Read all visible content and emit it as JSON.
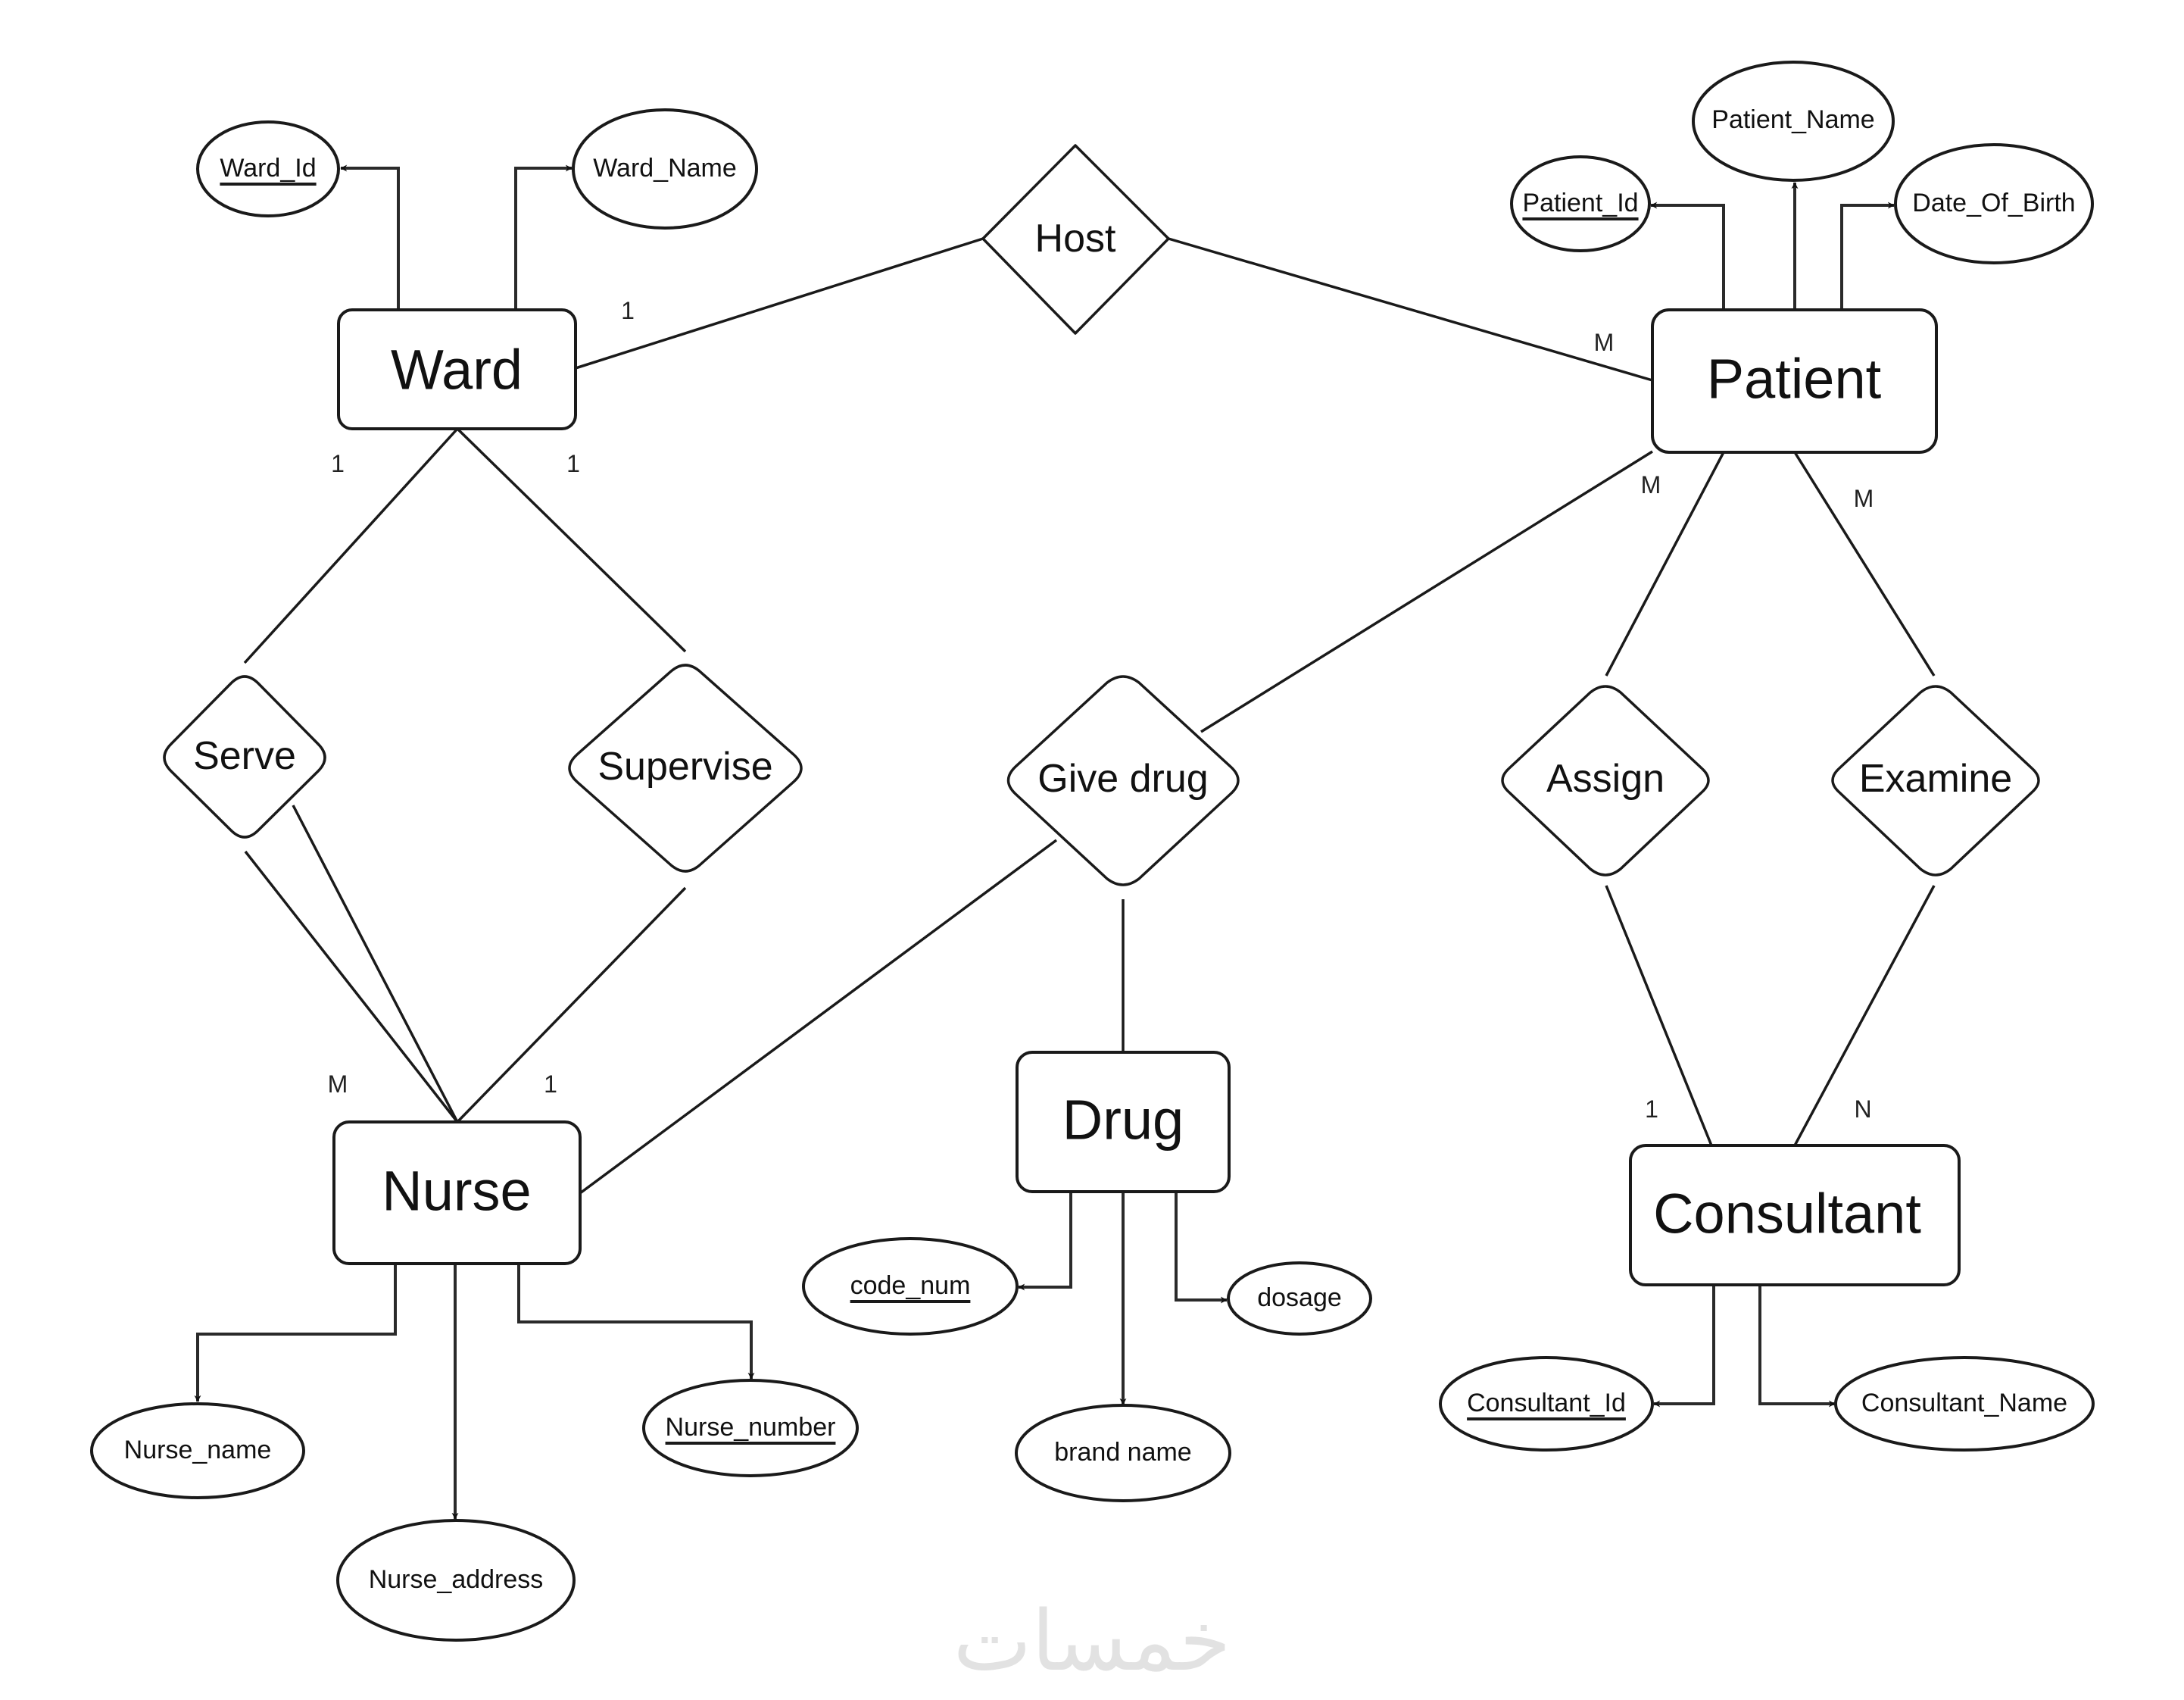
{
  "diagram": {
    "type": "ER diagram",
    "entities": {
      "ward": "Ward",
      "patient": "Patient",
      "nurse": "Nurse",
      "drug": "Drug",
      "consultant": "Consultant"
    },
    "relationships": {
      "host": "Host",
      "serve": "Serve",
      "supervise": "Supervise",
      "give_drug": "Give drug",
      "assign": "Assign",
      "examine": "Examine"
    },
    "attributes": {
      "ward_id": {
        "label": "Ward_Id",
        "key": true
      },
      "ward_name": {
        "label": "Ward_Name",
        "key": false
      },
      "patient_id": {
        "label": "Patient_Id",
        "key": true
      },
      "patient_name": {
        "label": "Patient_Name",
        "key": false
      },
      "date_of_birth": {
        "label": "Date_Of_Birth",
        "key": false
      },
      "nurse_name": {
        "label": "Nurse_name",
        "key": false
      },
      "nurse_address": {
        "label": "Nurse_address",
        "key": false
      },
      "nurse_number": {
        "label": "Nurse_number",
        "key": true
      },
      "code_num": {
        "label": "code_num",
        "key": true
      },
      "brand_name": {
        "label": "brand name",
        "key": false
      },
      "dosage": {
        "label": "dosage",
        "key": false
      },
      "consultant_id": {
        "label": "Consultant_Id",
        "key": true
      },
      "consultant_name": {
        "label": "Consultant_Name",
        "key": false
      }
    },
    "cardinalities": {
      "ward_host": "1",
      "patient_host": "M",
      "ward_serve": "1",
      "ward_supervise": "1",
      "nurse_serve": "M",
      "nurse_supervise": "1",
      "patient_give_drug": "M",
      "patient_examine": "M",
      "consultant_assign": "1",
      "consultant_examine": "N"
    }
  },
  "watermark": "خمسات"
}
